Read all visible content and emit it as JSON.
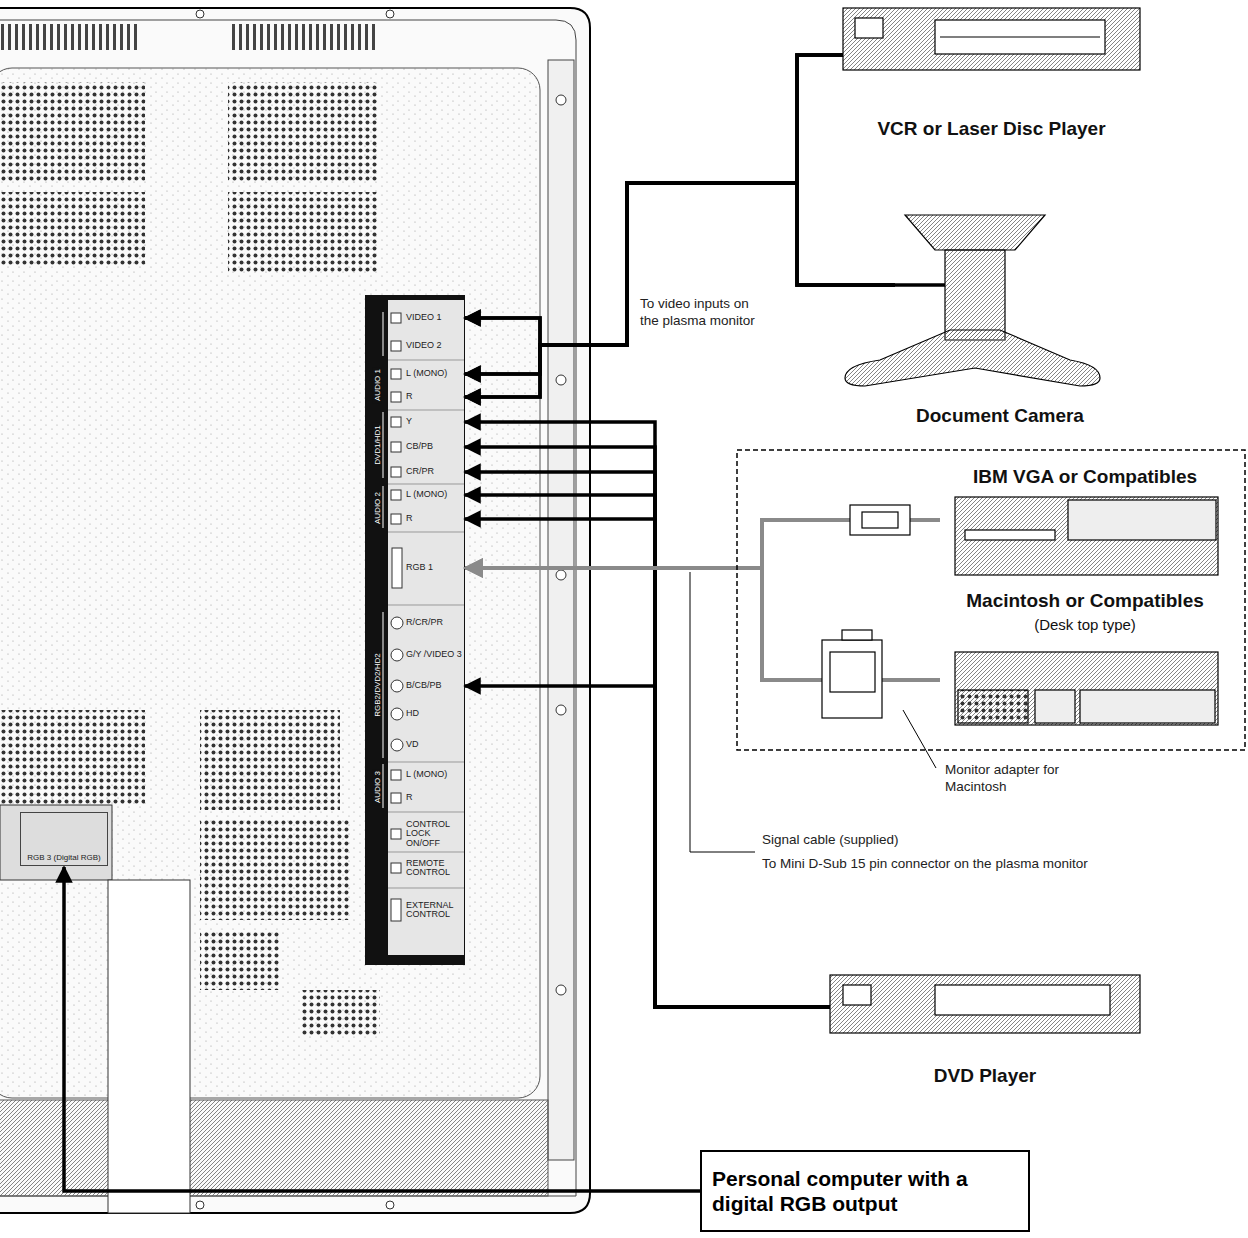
{
  "diagram": {
    "nodes": [
      {
        "text": [
          "VIDEO 1"
        ]
      },
      {
        "text": [
          "VIDEO 2"
        ]
      },
      {
        "text": [
          "L (MONO)"
        ]
      },
      {
        "text": [
          "R"
        ]
      },
      {
        "text": [
          "Y"
        ]
      },
      {
        "text": [
          "CB/PB"
        ]
      },
      {
        "text": [
          "CR/PR"
        ]
      },
      {
        "text": [
          "L (MONO)"
        ]
      },
      {
        "text": [
          "R"
        ]
      },
      {
        "text": [
          "RGB 1"
        ]
      },
      {
        "text": [
          "R/CR/PR"
        ]
      },
      {
        "text": [
          "G/Y /VIDEO 3"
        ]
      },
      {
        "text": [
          "B/CB/PB"
        ]
      },
      {
        "text": [
          "HD"
        ]
      },
      {
        "text": [
          "VD"
        ]
      },
      {
        "text": [
          "L (MONO)"
        ]
      },
      {
        "text": [
          "R"
        ]
      },
      {
        "text": [
          "CONTROL LOCK ON/OFF"
        ]
      },
      {
        "text": [
          "REMOTE CONTROL"
        ]
      },
      {
        "text": [
          "EXTERNAL CONTROL"
        ]
      },
      {
        "text": [
          "RGB 3 (Digital RGB)"
        ]
      },
      {
        "text": [
          "VCR or Laser Disc Player"
        ]
      },
      {
        "text": [
          "Document Camera"
        ]
      },
      {
        "text": [
          "IBM VGA or Compatibles"
        ]
      },
      {
        "text": [
          "Macintosh or Compatibles",
          "(Desk top type)"
        ]
      },
      {
        "text": [
          "DVD Player"
        ]
      },
      {
        "text": [
          "Personal computer with a digital RGB output"
        ]
      }
    ],
    "edges": [
      {
        "from": 21,
        "to": 0,
        "arrow": "to"
      },
      {
        "from": 21,
        "to": 2,
        "arrow": "to"
      },
      {
        "from": 21,
        "to": 3,
        "arrow": "to"
      },
      {
        "from": 22,
        "to": 0,
        "arrow": "to"
      },
      {
        "from": 22,
        "to": 2,
        "arrow": "to"
      },
      {
        "from": 22,
        "to": 3,
        "arrow": "to"
      },
      {
        "from": 25,
        "to": 4,
        "arrow": "to"
      },
      {
        "from": 25,
        "to": 5,
        "arrow": "to"
      },
      {
        "from": 25,
        "to": 6,
        "arrow": "to"
      },
      {
        "from": 25,
        "to": 7,
        "arrow": "to"
      },
      {
        "from": 25,
        "to": 8,
        "arrow": "to"
      },
      {
        "from": 25,
        "to": 12,
        "arrow": "to"
      },
      {
        "from": 23,
        "to": 9,
        "arrow": "to"
      },
      {
        "from": 24,
        "to": 9,
        "arrow": "to"
      },
      {
        "from": 26,
        "to": 20,
        "arrow": "to"
      }
    ],
    "labels": [
      "AUDIO 1",
      "DVD1/HD1",
      "AUDIO 2",
      "RGB2/DVD2/HD2",
      "AUDIO 3",
      "To video inputs on the plasma monitor",
      "Monitor adapter for Macintosh",
      "Signal cable (supplied)",
      "To Mini D-Sub 15 pin connector on the plasma monitor"
    ]
  }
}
